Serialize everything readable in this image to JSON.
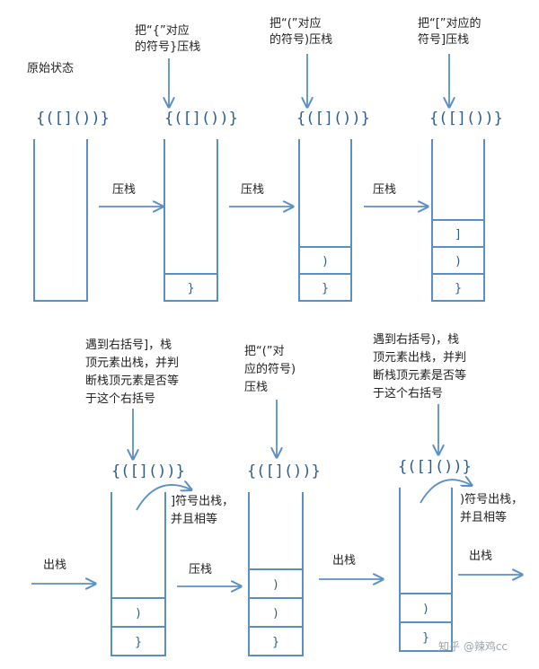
{
  "colors": {
    "stroke": "#5b8fc4",
    "text": "#222222",
    "symbol": "#2c5c8f",
    "watermark": "#9aa4ae"
  },
  "labels": {
    "original_state": "原始状态",
    "note_push_brace": [
      "把“{”对应",
      "的符号}压栈"
    ],
    "note_push_paren": [
      "把“(”对应",
      "的符号)压栈"
    ],
    "note_push_bracket": [
      "把“[”对应的",
      "符号]压栈"
    ],
    "note_meet_bracket": [
      "遇到右括号]，栈",
      "顶元素出栈，并判",
      "断栈顶元素是否等",
      "于这个右括号"
    ],
    "note_push_paren_2": [
      "把“(”对",
      "应的符号)",
      "压栈"
    ],
    "note_meet_paren": [
      "遇到右括号)，栈",
      "顶元素出栈，并判",
      "断栈顶元素是否等",
      "于这个右括号"
    ],
    "popped_bracket": [
      "]符号出栈，",
      "并且相等"
    ],
    "popped_paren": [
      ")符号出栈，",
      "并且相等"
    ],
    "arrow_push": "压栈",
    "arrow_pop": "出栈",
    "expression": "{([]())}",
    "watermark": "知乎 @辣鸡cc"
  },
  "stacks": {
    "s1": [],
    "s2": [
      "}"
    ],
    "s3": [
      ")",
      "}"
    ],
    "s4": [
      "]",
      ")",
      "}"
    ],
    "s5": [
      ")",
      "}"
    ],
    "s6": [
      ")",
      ")",
      "}"
    ],
    "s7": [
      ")",
      "}"
    ]
  }
}
